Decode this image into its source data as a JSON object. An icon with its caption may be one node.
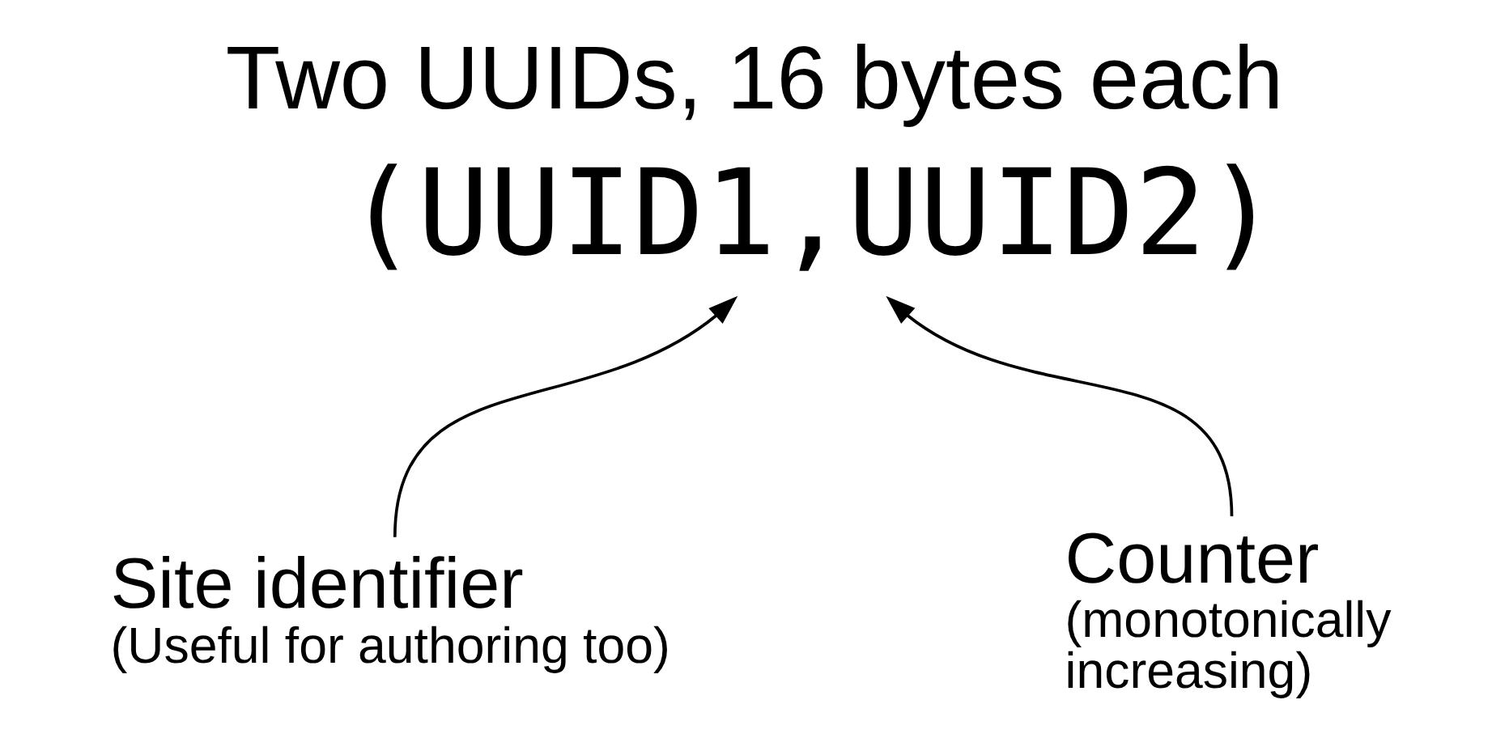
{
  "diagram": {
    "title": "Two UUIDs, 16 bytes each",
    "nodes": [
      {
        "text": [
          "(UUID1,UUID2)"
        ]
      },
      {
        "text": [
          "Site identifier",
          "(Useful for authoring too)"
        ]
      },
      {
        "text": [
          "Counter",
          "(monotonically increasing)"
        ]
      }
    ],
    "edges": [
      {
        "from": 1,
        "to": 0,
        "arrow": "to"
      },
      {
        "from": 2,
        "to": 0,
        "arrow": "to"
      }
    ]
  }
}
